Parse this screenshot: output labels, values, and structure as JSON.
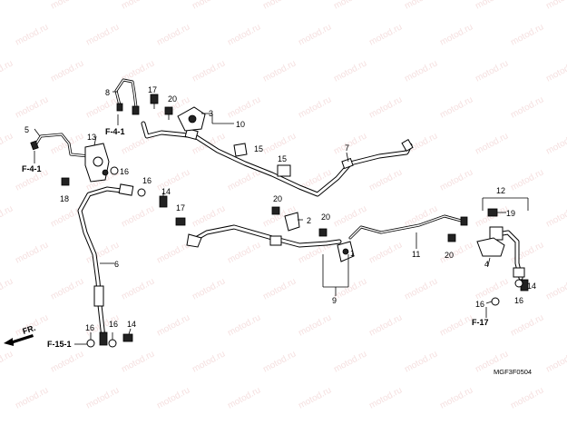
{
  "watermark": "motod.ru",
  "diagram_code": "MGF3F0504",
  "front_label": "FR.",
  "references": {
    "ref_f41_top": "F-4-1",
    "ref_f41_left": "F-4-1",
    "ref_f151": "F-15-1",
    "ref_f17": "F-17"
  },
  "callouts": {
    "c1": "1",
    "c2": "2",
    "c3": "3",
    "c4": "4",
    "c5": "5",
    "c6": "6",
    "c7": "7",
    "c8": "8",
    "c9": "9",
    "c10": "10",
    "c11": "11",
    "c12": "12",
    "c13": "13",
    "c14a": "14",
    "c14b": "14",
    "c14c": "14",
    "c15a": "15",
    "c15b": "15",
    "c16a": "16",
    "c16b": "16",
    "c16c": "16",
    "c16d": "16",
    "c16e": "16",
    "c16f": "16",
    "c17a": "17",
    "c17b": "17",
    "c18": "18",
    "c19": "19",
    "c20a": "20",
    "c20b": "20",
    "c20c": "20",
    "c20d": "20"
  }
}
